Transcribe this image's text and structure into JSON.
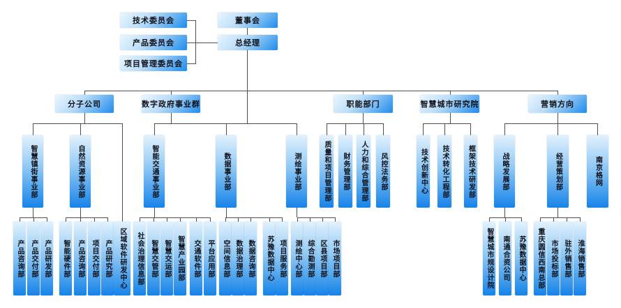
{
  "org": {
    "board": {
      "label": "董事会"
    },
    "general_manager": {
      "label": "总经理"
    },
    "committees": [
      {
        "label": "技术委员会"
      },
      {
        "label": "产品委员会"
      },
      {
        "label": "项目管理委员会"
      }
    ],
    "branches": [
      {
        "label": "分子公司",
        "children": [
          {
            "label": "智慧镇街事业部",
            "children": [
              {
                "label": "产品咨询部"
              },
              {
                "label": "产品交付部"
              },
              {
                "label": "产品研发部"
              }
            ]
          },
          {
            "label": "自然资源事业部",
            "children": [
              {
                "label": "智能硬件部"
              },
              {
                "label": "产品咨询部"
              },
              {
                "label": "项目交付部"
              },
              {
                "label": "产品研究部"
              }
            ]
          },
          {
            "label": "区域软件研发中心",
            "children": []
          }
        ]
      },
      {
        "label": "数字政府事业群",
        "children": [
          {
            "label": "智能交通事业部",
            "children": [
              {
                "label": "社会治理信息部"
              },
              {
                "label": "智慧交管部"
              },
              {
                "label": "智慧交运部"
              },
              {
                "label": "智慧产业园部"
              },
              {
                "label": "交通软件部"
              },
              {
                "label": "平台应用部"
              }
            ]
          },
          {
            "label": "数据事业部",
            "children": [
              {
                "label": "空间信息部"
              },
              {
                "label": "数据治理部"
              },
              {
                "label": "数据咨询部"
              },
              {
                "label": "苏豫数据中心"
              },
              {
                "label": "项目服务部"
              }
            ]
          },
          {
            "label": "测绘事业部",
            "children": [
              {
                "label": "测绘中心部"
              },
              {
                "label": "综合勘测部"
              },
              {
                "label": "区县项目部"
              },
              {
                "label": "市场项目部"
              }
            ]
          }
        ]
      },
      {
        "label": "职能部门",
        "children": [
          {
            "label": "质量和项目管理部",
            "children": []
          },
          {
            "label": "财务管理部",
            "children": []
          },
          {
            "label": "人力和综合管理部",
            "children": []
          },
          {
            "label": "风控法务部",
            "children": []
          }
        ]
      },
      {
        "label": "智慧城市研究院",
        "children": [
          {
            "label": "技术创新中心",
            "children": []
          },
          {
            "label": "技术转化工程部",
            "children": []
          },
          {
            "label": "框架技术研发部",
            "children": []
          }
        ]
      },
      {
        "label": "营销方向",
        "children": [
          {
            "label": "战略发展部",
            "children": [
              {
                "label": "智慧城市规设计院"
              },
              {
                "label": "南通合资公司"
              },
              {
                "label": "苏豫数据中心"
              }
            ]
          },
          {
            "label": "经营策划部",
            "children": [
              {
                "label": "重庆圆信西南总部"
              },
              {
                "label": "市场投标部"
              },
              {
                "label": "驻外销售部"
              },
              {
                "label": "淮海销售部"
              }
            ]
          },
          {
            "label": "南京格网",
            "children": []
          }
        ]
      }
    ],
    "colors": {
      "node_gradient_light": "#eaf6fe",
      "node_gradient_dark": "#1583e8",
      "connector": "#4f4f4f",
      "text": "#101018",
      "background": "#ffffff"
    }
  }
}
